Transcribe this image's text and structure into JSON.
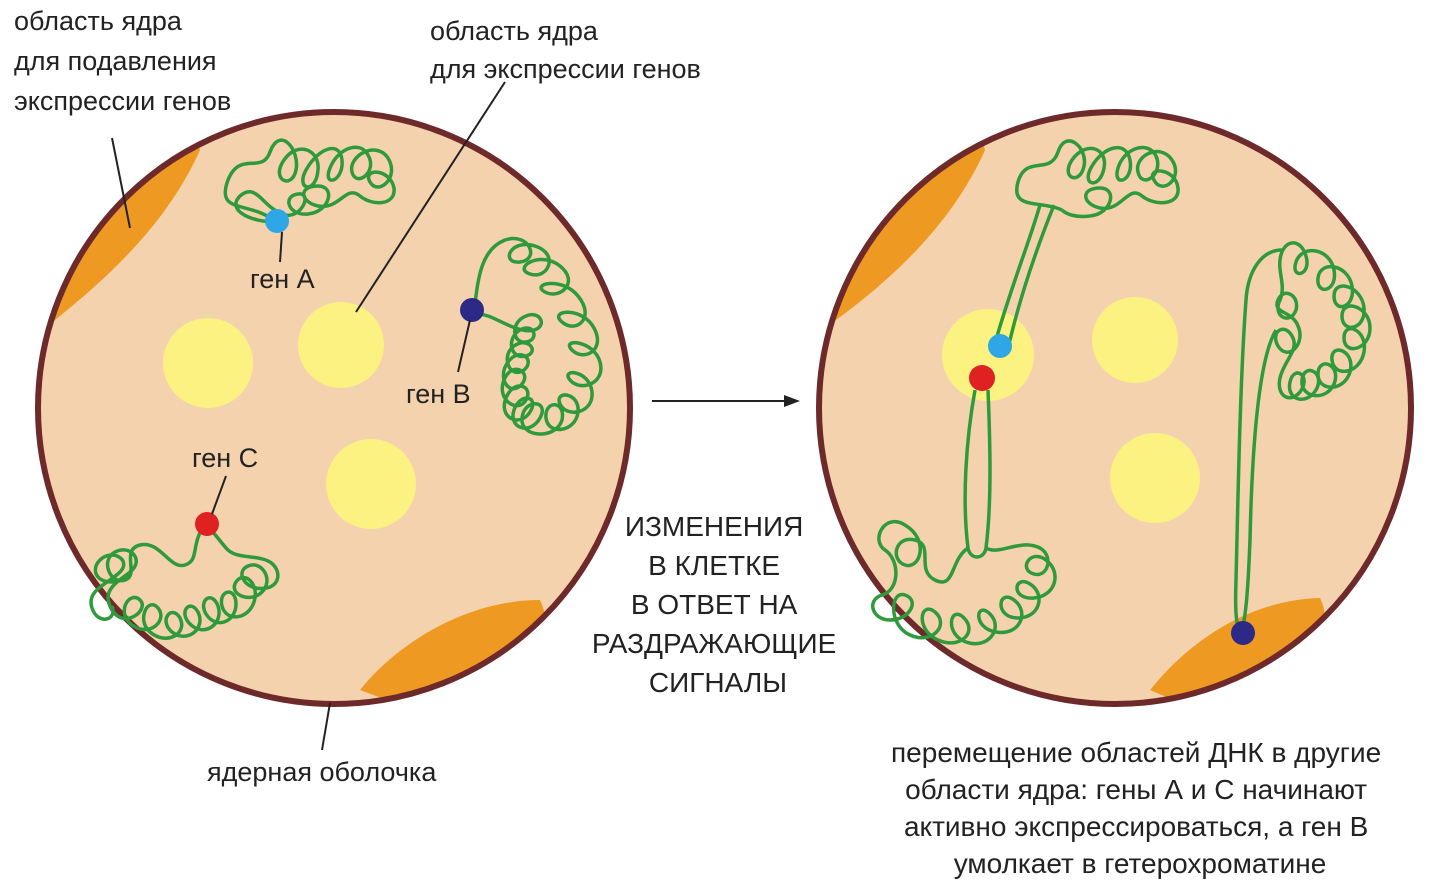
{
  "labels": {
    "repression_region": [
      "область ядра",
      "для подавления",
      "экспрессии генов"
    ],
    "expression_region": [
      "область ядра",
      "для экспрессии генов"
    ],
    "gene_a": "ген А",
    "gene_b": "ген В",
    "gene_c": "ген С",
    "nuclear_envelope": "ядерная оболочка"
  },
  "transition": [
    "ИЗМЕНЕНИЯ",
    "В КЛЕТКЕ",
    "В ОТВЕТ НА",
    "РАЗДРАЖАЮЩИЕ",
    "СИГНАЛЫ"
  ],
  "caption": [
    "перемещение областей ДНК в другие",
    "области ядра: гены А и С начинают",
    "активно экспрессироваться, а ген В",
    "умолкает в гетерохроматине"
  ],
  "colors": {
    "nucleus_fill": "#f4d2ae",
    "nucleus_border": "#6e2a2a",
    "heterochromatin": "#ee9a22",
    "expression_spot": "#fbf282",
    "chromatin": "#2f9a3c",
    "gene_a": "#2fa6e6",
    "gene_b": "#2c2a86",
    "gene_c": "#e02121",
    "leader": "#222222"
  }
}
